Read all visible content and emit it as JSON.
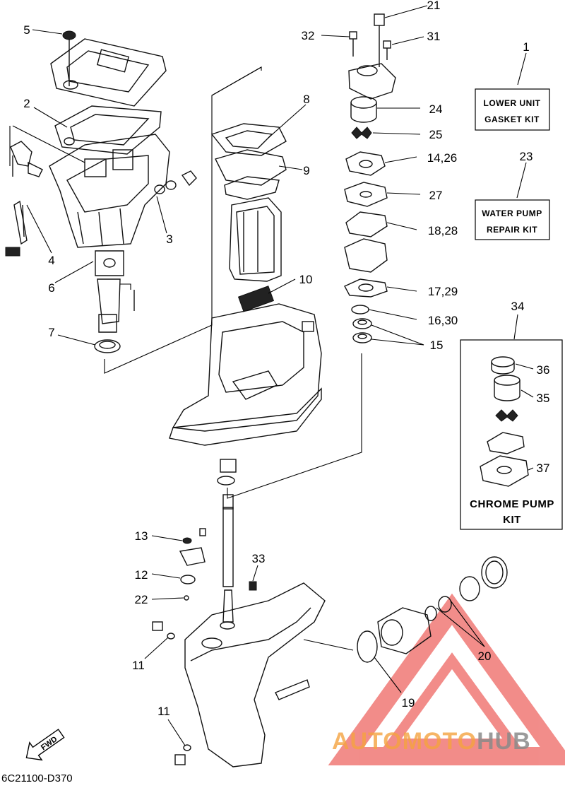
{
  "diagram": {
    "callouts": [
      {
        "id": "c1",
        "label": "1"
      },
      {
        "id": "c2",
        "label": "2"
      },
      {
        "id": "c3",
        "label": "3"
      },
      {
        "id": "c4",
        "label": "4"
      },
      {
        "id": "c5",
        "label": "5"
      },
      {
        "id": "c6",
        "label": "6"
      },
      {
        "id": "c7",
        "label": "7"
      },
      {
        "id": "c8",
        "label": "8"
      },
      {
        "id": "c9",
        "label": "9"
      },
      {
        "id": "c10",
        "label": "10"
      },
      {
        "id": "c11a",
        "label": "11"
      },
      {
        "id": "c11b",
        "label": "11"
      },
      {
        "id": "c12",
        "label": "12"
      },
      {
        "id": "c13",
        "label": "13"
      },
      {
        "id": "c15",
        "label": "15"
      },
      {
        "id": "c1426",
        "label": "14,26"
      },
      {
        "id": "c1630",
        "label": "16,30"
      },
      {
        "id": "c1729",
        "label": "17,29"
      },
      {
        "id": "c1828",
        "label": "18,28"
      },
      {
        "id": "c19",
        "label": "19"
      },
      {
        "id": "c20",
        "label": "20"
      },
      {
        "id": "c21",
        "label": "21"
      },
      {
        "id": "c22",
        "label": "22"
      },
      {
        "id": "c23",
        "label": "23"
      },
      {
        "id": "c24",
        "label": "24"
      },
      {
        "id": "c25",
        "label": "25"
      },
      {
        "id": "c27",
        "label": "27"
      },
      {
        "id": "c31",
        "label": "31"
      },
      {
        "id": "c32",
        "label": "32"
      },
      {
        "id": "c33",
        "label": "33"
      },
      {
        "id": "c34",
        "label": "34"
      },
      {
        "id": "c35",
        "label": "35"
      },
      {
        "id": "c36",
        "label": "36"
      },
      {
        "id": "c37",
        "label": "37"
      }
    ],
    "kits": {
      "lower_unit": {
        "line1": "LOWER UNIT",
        "line2": "GASKET KIT"
      },
      "water_pump": {
        "line1": "WATER PUMP",
        "line2": "REPAIR KIT"
      },
      "chrome_pump": {
        "line1": "CHROME PUMP",
        "line2": "KIT"
      }
    },
    "fwd_label": "FWD",
    "diagram_code": "6C21100-D370"
  },
  "watermark": {
    "part1": "AUTOMOTO",
    "part2": "HUB",
    "color1": "#f4a340",
    "color2": "#8a8a8a",
    "triangle_color": "#e8302a"
  }
}
